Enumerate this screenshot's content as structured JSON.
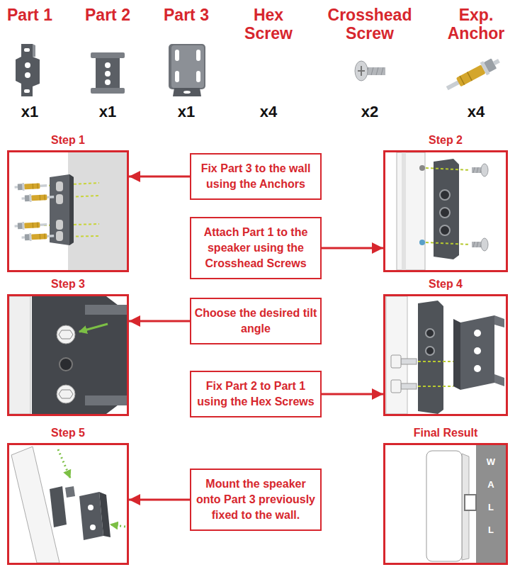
{
  "diagram": {
    "nodes": [
      {
        "text": [
          "Step 1"
        ]
      },
      {
        "text": [
          "Fix Part 3 to the wall using the Anchors"
        ]
      },
      {
        "text": [
          "Step 2"
        ]
      },
      {
        "text": [
          "Attach Part 1 to the speaker using the Crosshead Screws"
        ]
      },
      {
        "text": [
          "Step 3"
        ]
      },
      {
        "text": [
          "Choose the desired tilt angle"
        ]
      },
      {
        "text": [
          "Step 4"
        ]
      },
      {
        "text": [
          "Fix Part 2 to Part 1 using the Hex Screws"
        ]
      },
      {
        "text": [
          "Step 5"
        ]
      },
      {
        "text": [
          "Mount the speaker onto Part 3 previously fixed to the wall."
        ]
      },
      {
        "text": [
          "Final Result"
        ]
      }
    ],
    "edges": [
      {
        "from": 1,
        "to": 0,
        "arrow": "to"
      },
      {
        "from": 3,
        "to": 2,
        "arrow": "to"
      },
      {
        "from": 5,
        "to": 4,
        "arrow": "to"
      },
      {
        "from": 7,
        "to": 6,
        "arrow": "to"
      },
      {
        "from": 9,
        "to": 8,
        "arrow": "to"
      }
    ],
    "labels": [
      "Part 1",
      "Part 2",
      "Part 3",
      "Hex Screw",
      "Crosshead Screw",
      "Exp. Anchor",
      "x1",
      "x1",
      "x1",
      "x4",
      "x2",
      "x4",
      "W",
      "A",
      "L",
      "L"
    ]
  }
}
